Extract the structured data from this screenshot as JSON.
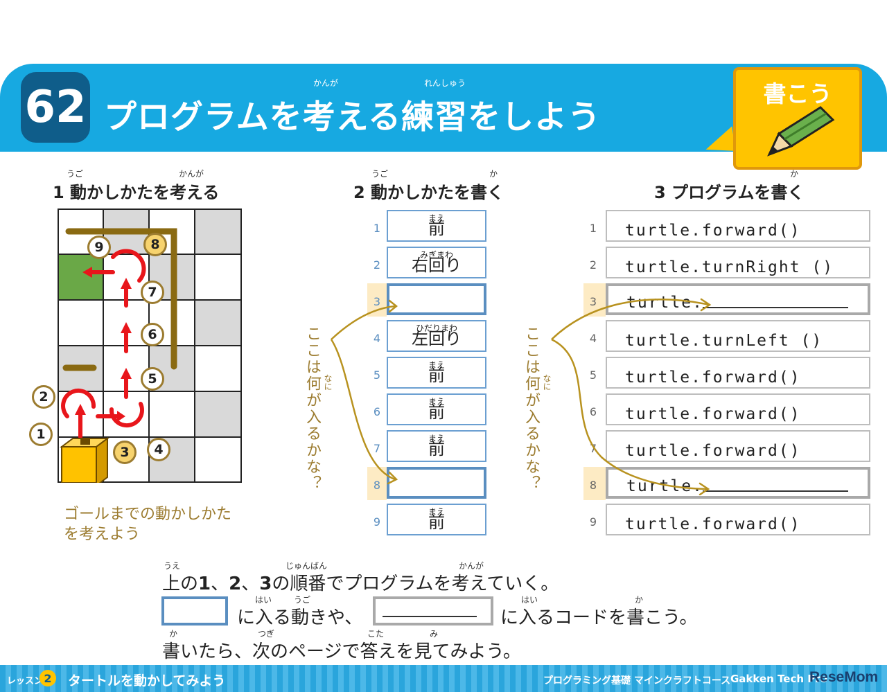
{
  "header": {
    "number": "62",
    "title": "プログラムを考える練習をしよう",
    "title_rubies": [
      "かんが",
      "れんしゅう"
    ],
    "badge": "書こう",
    "brand_color": "#17a9e1"
  },
  "section1": {
    "heading": "1 動かしかたを考える",
    "rubies": [
      "うご",
      "かんが"
    ],
    "step_labels": [
      "1",
      "2",
      "3",
      "4",
      "5",
      "6",
      "7",
      "8",
      "9"
    ],
    "caption": [
      "ゴールまでの動かしかた",
      "を考えよう"
    ]
  },
  "section2": {
    "heading": "2 動かしかたを書く",
    "rubies": [
      "うご",
      "か"
    ],
    "rows": [
      {
        "num": "1",
        "ruby": "まえ",
        "text": "前"
      },
      {
        "num": "2",
        "ruby": "みぎまわ",
        "text": "右回り"
      },
      {
        "num": "3",
        "ruby": "",
        "text": ""
      },
      {
        "num": "4",
        "ruby": "ひだりまわ",
        "text": "左回り"
      },
      {
        "num": "5",
        "ruby": "まえ",
        "text": "前"
      },
      {
        "num": "6",
        "ruby": "まえ",
        "text": "前"
      },
      {
        "num": "7",
        "ruby": "まえ",
        "text": "前"
      },
      {
        "num": "8",
        "ruby": "",
        "text": ""
      },
      {
        "num": "9",
        "ruby": "まえ",
        "text": "前"
      }
    ],
    "question": "ここは何が入るかな？",
    "question_ruby": "なに"
  },
  "section3": {
    "heading": "3 プログラムを書く",
    "rubies": [
      "か"
    ],
    "rows": [
      {
        "num": "1",
        "code": "turtle.forward()"
      },
      {
        "num": "2",
        "code": "turtle.turnRight ()"
      },
      {
        "num": "3",
        "code": "turtle."
      },
      {
        "num": "4",
        "code": "turtle.turnLeft ()"
      },
      {
        "num": "5",
        "code": "turtle.forward()"
      },
      {
        "num": "6",
        "code": "turtle.forward()"
      },
      {
        "num": "7",
        "code": "turtle.forward()"
      },
      {
        "num": "8",
        "code": "turtle."
      },
      {
        "num": "9",
        "code": "turtle.forward()"
      }
    ],
    "question": "ここは何が入るかな？",
    "question_ruby": "なに"
  },
  "instructions": {
    "line1_a": "上の",
    "line1_b": "1",
    "line1_c": "、",
    "line1_d": "2",
    "line1_e": "、",
    "line1_f": "3",
    "line1_g": "の順番でプログラムを考えていく。",
    "line1_rubies": [
      "うえ",
      "じゅんばん",
      "かんが"
    ],
    "line2_a": "に入る動きや、",
    "line2_b": "に入るコードを書こう。",
    "line2_rubies": [
      "はい",
      "うご",
      "はい",
      "か"
    ],
    "line3": "書いたら、次のページで答えを見てみよう。",
    "line3_rubies": [
      "か",
      "つぎ",
      "こた",
      "み"
    ]
  },
  "footer": {
    "lesson_label": "レッスン",
    "lesson_number": "2",
    "lesson_title": "タートルを動かしてみよう",
    "course": "プログラミング基礎 マインクラフトコース",
    "brand": "Gakken Tech Pro",
    "watermark": "ReseMom"
  }
}
